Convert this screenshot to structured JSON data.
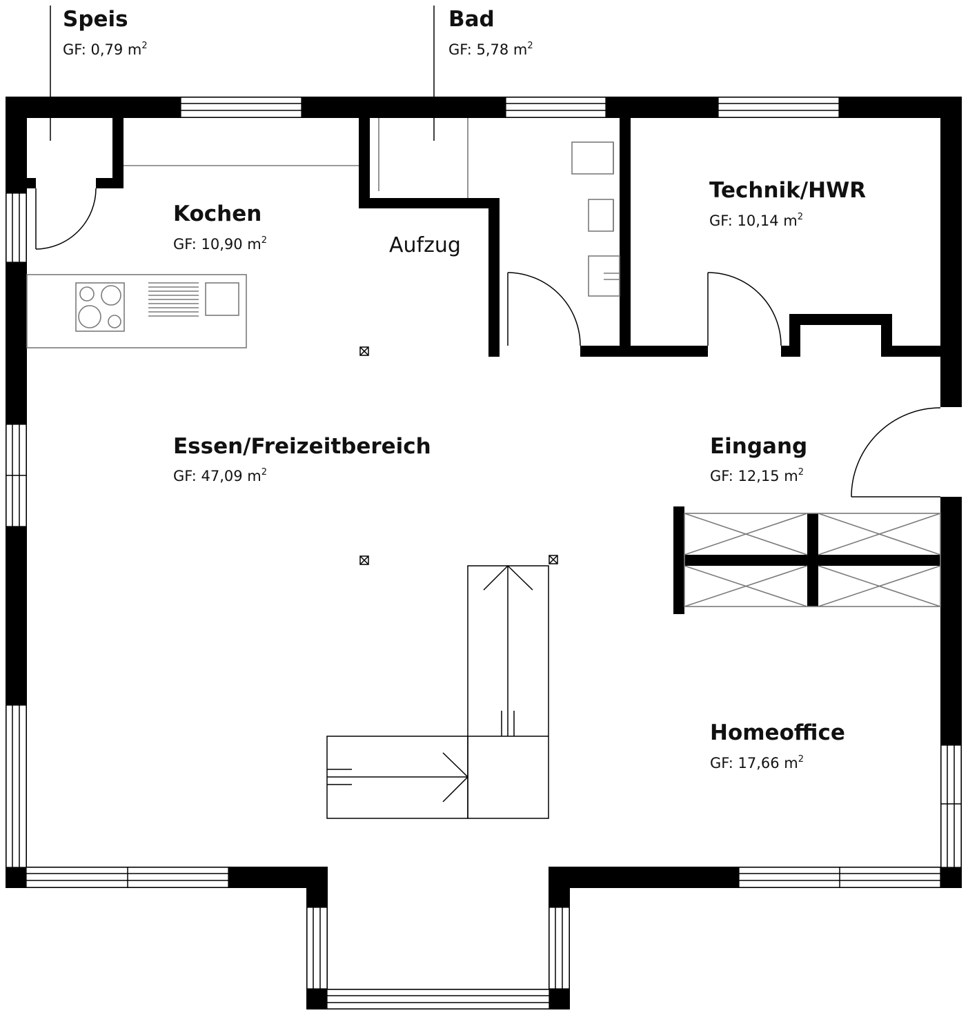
{
  "plan": {
    "rooms": [
      {
        "id": "speis",
        "name": "Speis",
        "area_prefix": "GF: ",
        "area": "0,79 m",
        "area_unit_exp": "2"
      },
      {
        "id": "bad",
        "name": "Bad",
        "area_prefix": "GF: ",
        "area": "5,78 m",
        "area_unit_exp": "2"
      },
      {
        "id": "kochen",
        "name": "Kochen",
        "area_prefix": "GF: ",
        "area": "10,90 m",
        "area_unit_exp": "2"
      },
      {
        "id": "technik",
        "name": "Technik/HWR",
        "area_prefix": "GF: ",
        "area": "10,14 m",
        "area_unit_exp": "2"
      },
      {
        "id": "essen",
        "name": "Essen/Freizeitbereich",
        "area_prefix": "GF: ",
        "area": "47,09 m",
        "area_unit_exp": "2"
      },
      {
        "id": "eingang",
        "name": "Eingang",
        "area_prefix": "GF: ",
        "area": "12,15 m",
        "area_unit_exp": "2"
      },
      {
        "id": "homeoffice",
        "name": "Homeoffice",
        "area_prefix": "GF: ",
        "area": "17,66 m",
        "area_unit_exp": "2"
      }
    ],
    "labels": {
      "elevator": "Aufzug"
    },
    "colors": {
      "wall": "#000000",
      "fixture": "#7a7a7a",
      "text": "#111111",
      "background": "#ffffff"
    }
  }
}
